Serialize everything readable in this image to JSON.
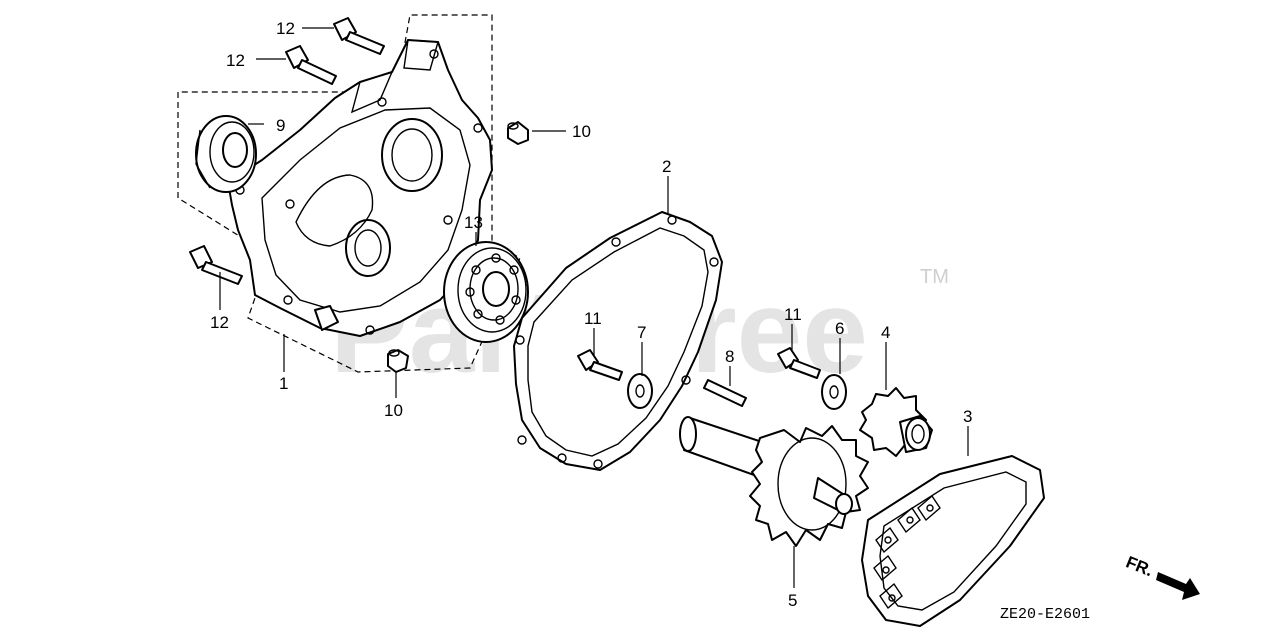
{
  "watermark": {
    "text": "PartsTree",
    "trademark": "TM"
  },
  "callouts": {
    "c12a": "12",
    "c12b": "12",
    "c12c": "12",
    "c9": "9",
    "c10a": "10",
    "c10b": "10",
    "c13": "13",
    "c1": "1",
    "c2": "2",
    "c11a": "11",
    "c7": "7",
    "c8": "8",
    "c11b": "11",
    "c6": "6",
    "c4": "4",
    "c3": "3",
    "c5": "5"
  },
  "front_indicator": "FR.",
  "diagram_code": "ZE20-E2601",
  "colors": {
    "line": "#000000",
    "watermark": "#cfcfcf",
    "background": "#ffffff"
  }
}
